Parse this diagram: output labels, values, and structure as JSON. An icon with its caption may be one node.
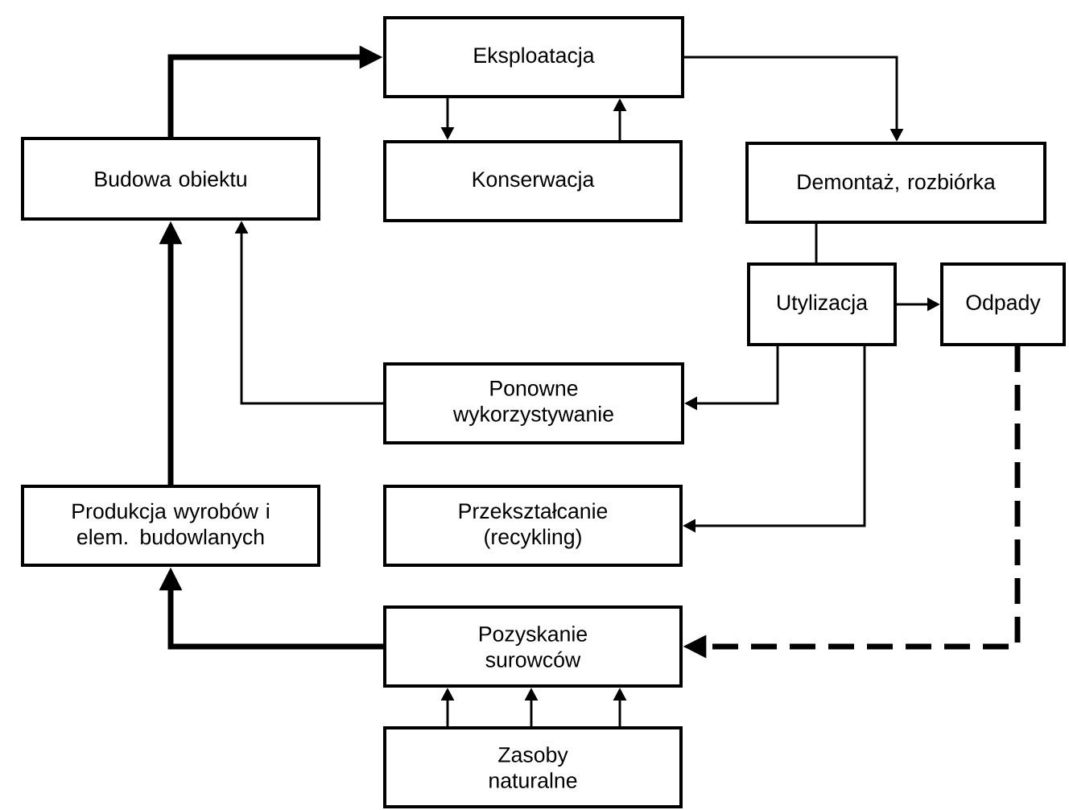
{
  "diagram": {
    "nodes": [
      {
        "text": [
          "Eksploatacja"
        ]
      },
      {
        "text": [
          "Budowa obiektu"
        ]
      },
      {
        "text": [
          "Konserwacja"
        ]
      },
      {
        "text": [
          "Demontaż, rozbiórka"
        ]
      },
      {
        "text": [
          "Utylizacja"
        ]
      },
      {
        "text": [
          "Odpady"
        ]
      },
      {
        "text": [
          "Ponowne wykorzystywanie"
        ]
      },
      {
        "text": [
          "Produkcja wyrobów i elem. budowlanych"
        ]
      },
      {
        "text": [
          "Przekształcanie (recykling)"
        ]
      },
      {
        "text": [
          "Pozyskanie surowców"
        ]
      },
      {
        "text": [
          "Zasoby naturalne"
        ]
      }
    ],
    "edges": [
      {
        "from": 1,
        "to": 0,
        "arrow": "to",
        "style": "thick"
      },
      {
        "from": 0,
        "to": 2,
        "arrow": "to"
      },
      {
        "from": 2,
        "to": 0,
        "arrow": "to"
      },
      {
        "from": 0,
        "to": 3,
        "arrow": "to"
      },
      {
        "from": 3,
        "to": 4,
        "arrow": "none"
      },
      {
        "from": 4,
        "to": 5,
        "arrow": "to"
      },
      {
        "from": 4,
        "to": 6,
        "arrow": "to"
      },
      {
        "from": 6,
        "to": 1,
        "arrow": "to"
      },
      {
        "from": 4,
        "to": 8,
        "arrow": "to"
      },
      {
        "from": 5,
        "to": 9,
        "arrow": "to",
        "style": "dashed"
      },
      {
        "from": 9,
        "to": 7,
        "arrow": "to",
        "style": "thick"
      },
      {
        "from": 7,
        "to": 1,
        "arrow": "to",
        "style": "thick"
      },
      {
        "from": 10,
        "to": 9,
        "arrow": "to"
      },
      {
        "from": 10,
        "to": 9,
        "arrow": "to"
      },
      {
        "from": 10,
        "to": 9,
        "arrow": "to"
      }
    ]
  }
}
